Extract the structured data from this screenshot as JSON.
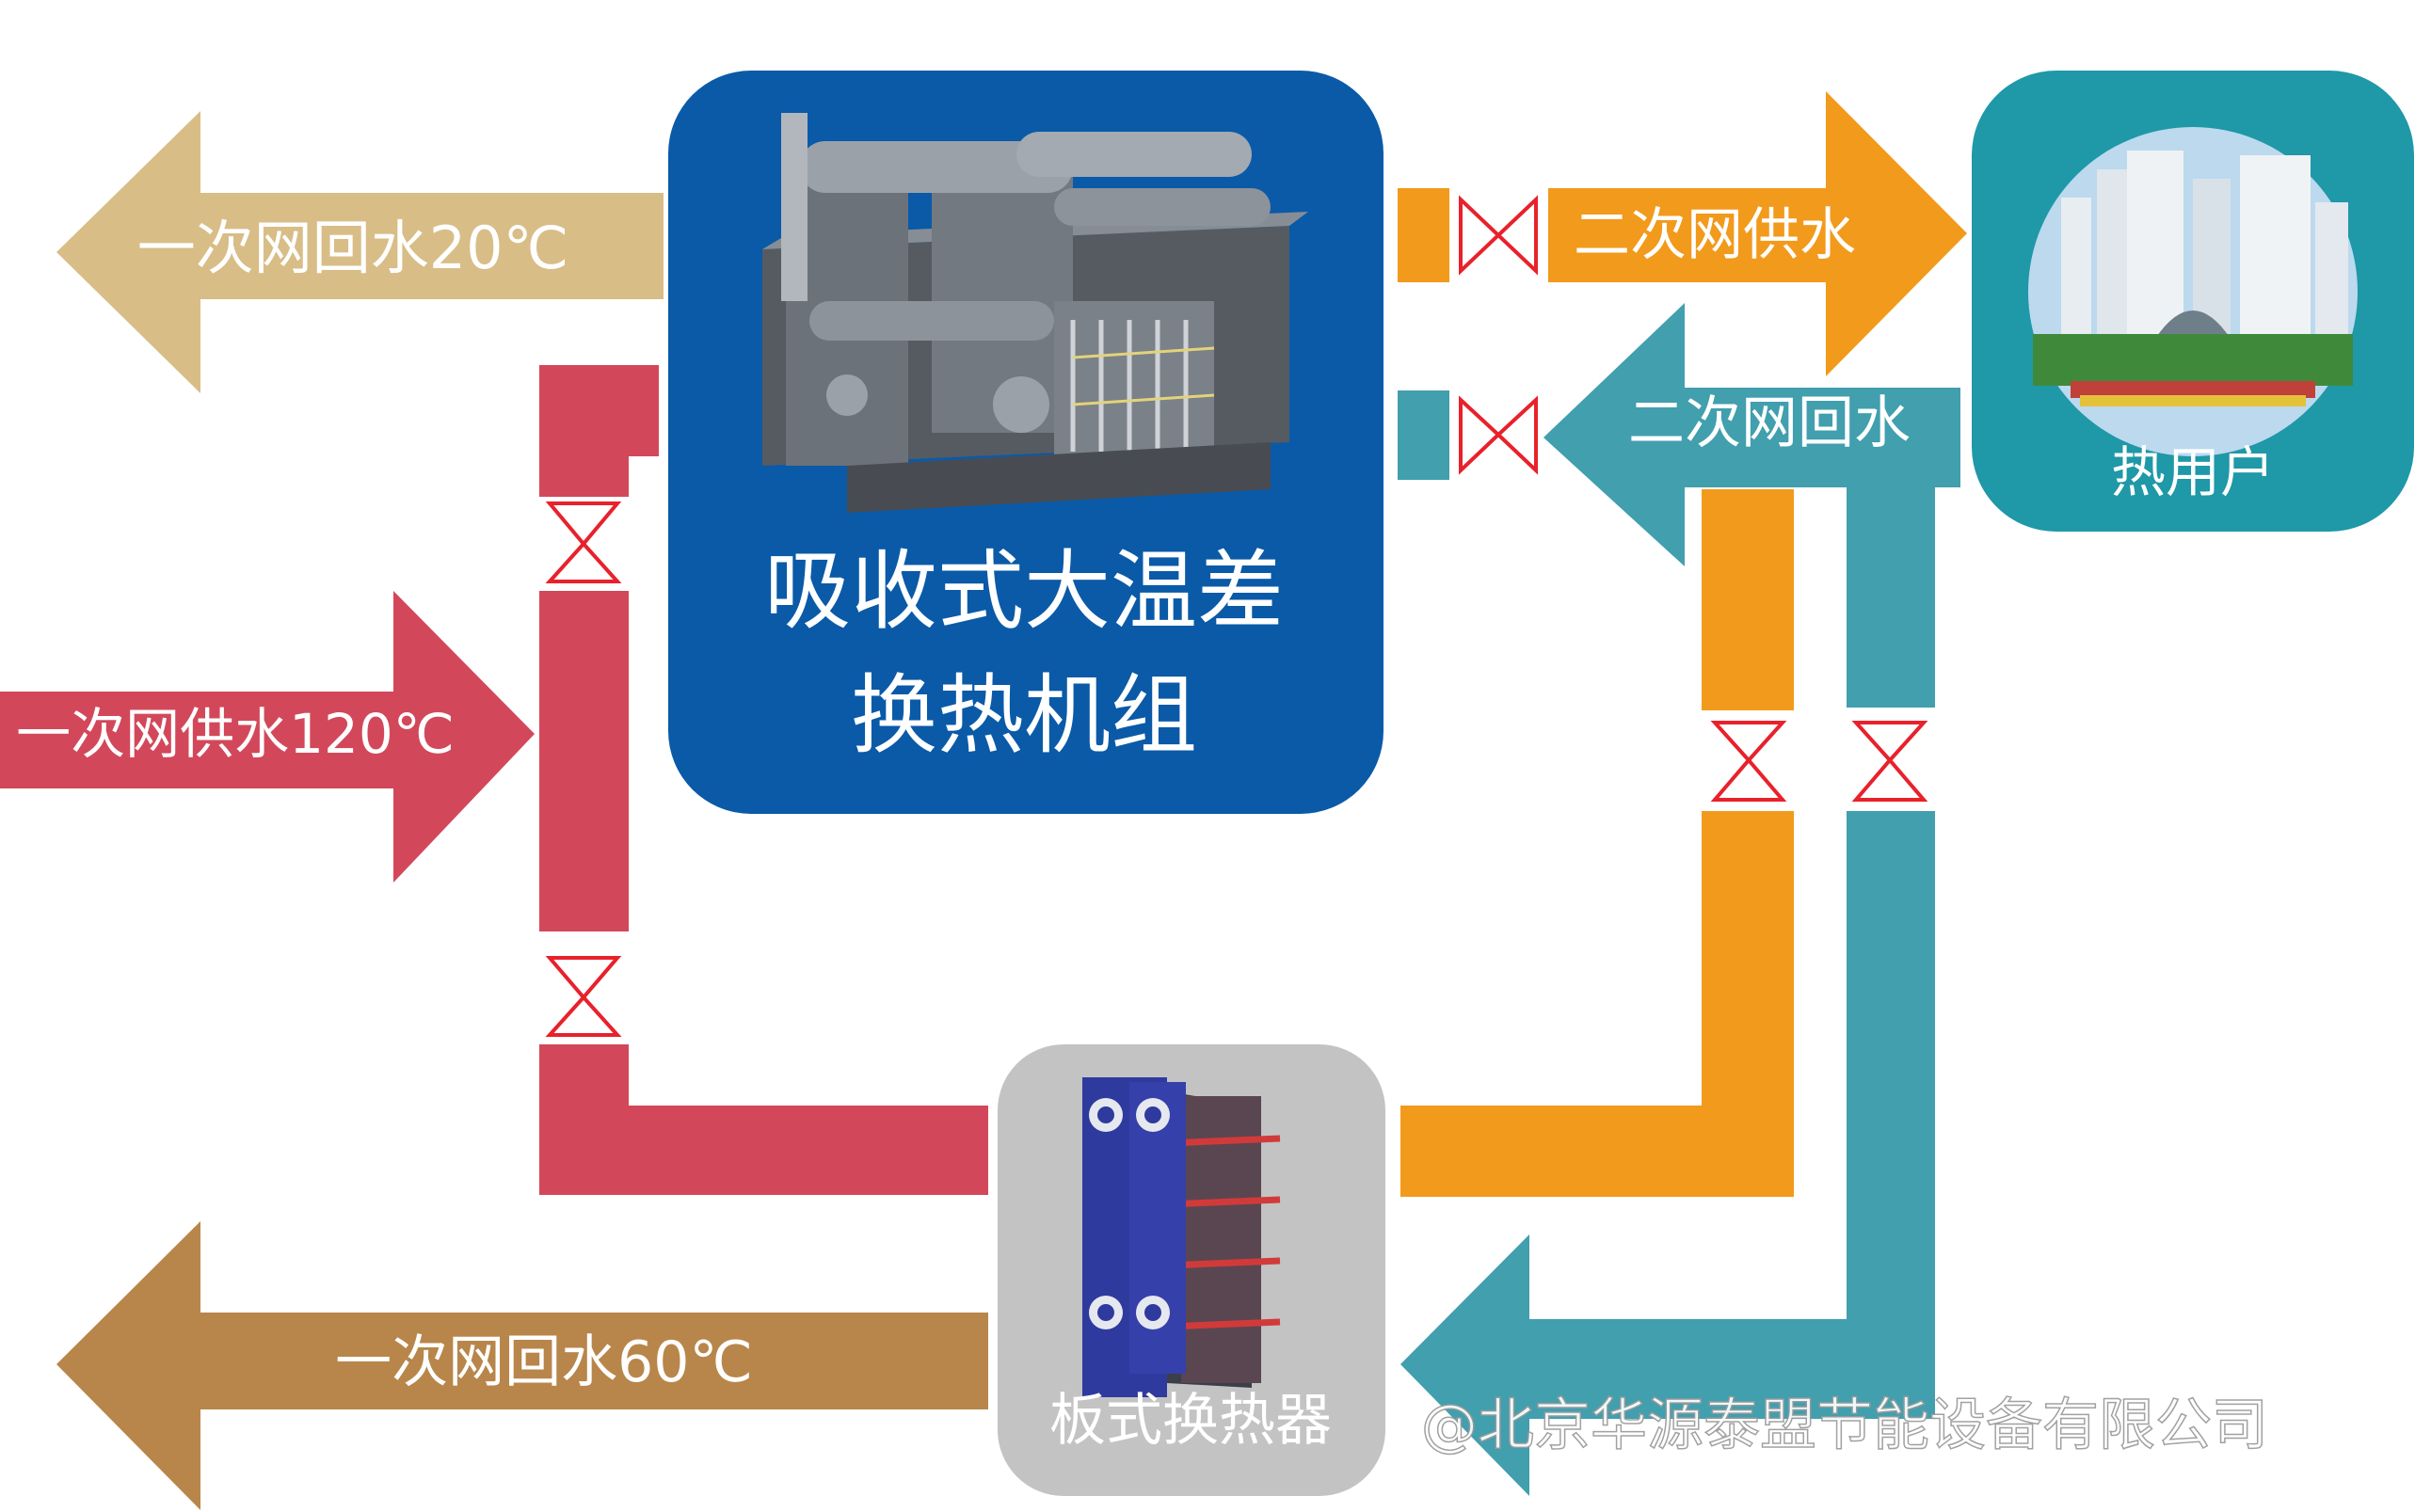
{
  "diagram": {
    "units": {
      "absorption": {
        "title_line1": "吸收式大温差",
        "title_line2": "换热机组"
      },
      "plate": {
        "title": "板式换热器"
      },
      "user": {
        "title": "热用户"
      }
    },
    "flows": {
      "primary_return_20": "一次网回水20℃",
      "primary_supply_120": "一次网供水120℃",
      "primary_return_60": "一次网回水60℃",
      "secondary_supply": "二次网供水",
      "secondary_return": "二次网回水"
    },
    "watermark": "@北京华源泰盟节能设备有限公司",
    "colors": {
      "absorption_box": "#0a5aa8",
      "plate_box": "#c3c3c3",
      "user_box": "#1f98a8",
      "supply_hot": "#d2485a",
      "return_20": "#d8bd87",
      "return_60": "#b8864a",
      "secondary_supply": "#f29a1b",
      "secondary_return": "#419fae",
      "valve": "#e8212b"
    }
  }
}
